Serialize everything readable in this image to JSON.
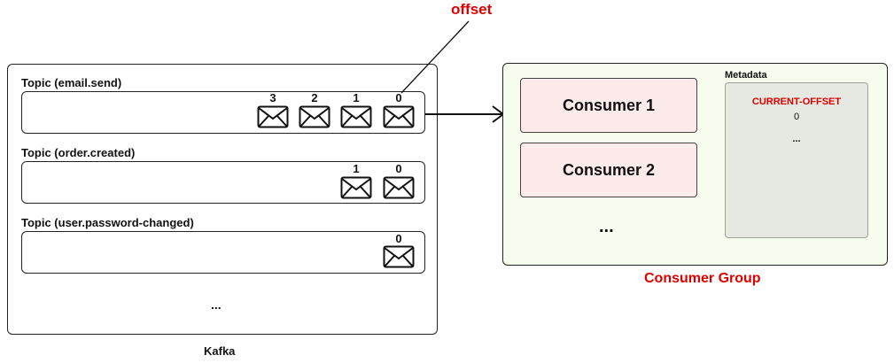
{
  "colors": {
    "accent_red": "#e00000",
    "consumer_fill": "#fcebea",
    "group_fill": "#f6fdee",
    "metadata_fill": "#e5e9e1"
  },
  "offset_label": "offset",
  "kafka": {
    "label": "Kafka",
    "ellipsis": "...",
    "topics": [
      {
        "name": "Topic (email.send)",
        "messages": [
          "3",
          "2",
          "1",
          "0"
        ]
      },
      {
        "name": "Topic (order.created)",
        "messages": [
          "1",
          "0"
        ]
      },
      {
        "name": "Topic (user.password-changed)",
        "messages": [
          "0"
        ]
      }
    ]
  },
  "consumer_group": {
    "label": "Consumer Group",
    "consumers": [
      "Consumer 1",
      "Consumer 2"
    ],
    "ellipsis": "...",
    "metadata": {
      "title": "Metadata",
      "key": "CURRENT-OFFSET",
      "value": "0",
      "ellipsis": "..."
    }
  },
  "icons": {
    "message": "envelope-icon"
  }
}
